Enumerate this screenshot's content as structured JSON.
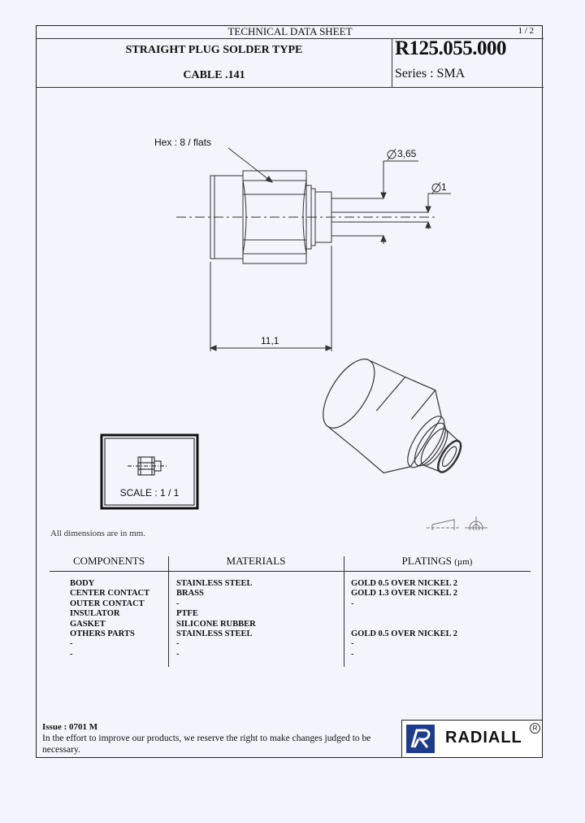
{
  "header": {
    "doc_type": "TECHNICAL DATA SHEET",
    "page": "1 / 2",
    "title": "STRAIGHT PLUG SOLDER TYPE",
    "cable": "CABLE .141",
    "part_number": "R125.055.000",
    "series": "Series : SMA"
  },
  "drawing": {
    "hex_label": "Hex :  8 / flats",
    "dia_outer": "3,65",
    "dia_inner": "1",
    "length": "11,1",
    "scale_label": "SCALE : 1 / 1"
  },
  "note_units": "All dimensions are in mm.",
  "table": {
    "headers": [
      "COMPONENTS",
      "MATERIALS",
      "PLATINGS"
    ],
    "platings_unit": "(µm)",
    "components": [
      "BODY",
      "CENTER CONTACT",
      "OUTER CONTACT",
      "INSULATOR",
      "GASKET",
      "OTHERS PARTS",
      "-",
      "-"
    ],
    "materials": [
      "STAINLESS STEEL",
      "BRASS",
      "-",
      "PTFE",
      "SILICONE RUBBER",
      "STAINLESS STEEL",
      "-",
      "-"
    ],
    "platings": [
      "GOLD 0.5 OVER NICKEL 2",
      "GOLD 1.3 OVER NICKEL 2",
      "-",
      "",
      "",
      "GOLD 0.5 OVER NICKEL 2",
      "-",
      "-"
    ]
  },
  "footer": {
    "issue": "Issue : 0701 M",
    "disclaimer": "In the effort to improve our products, we reserve the right to make changes judged to be necessary.",
    "brand": "RADIALL",
    "registered": "R"
  }
}
